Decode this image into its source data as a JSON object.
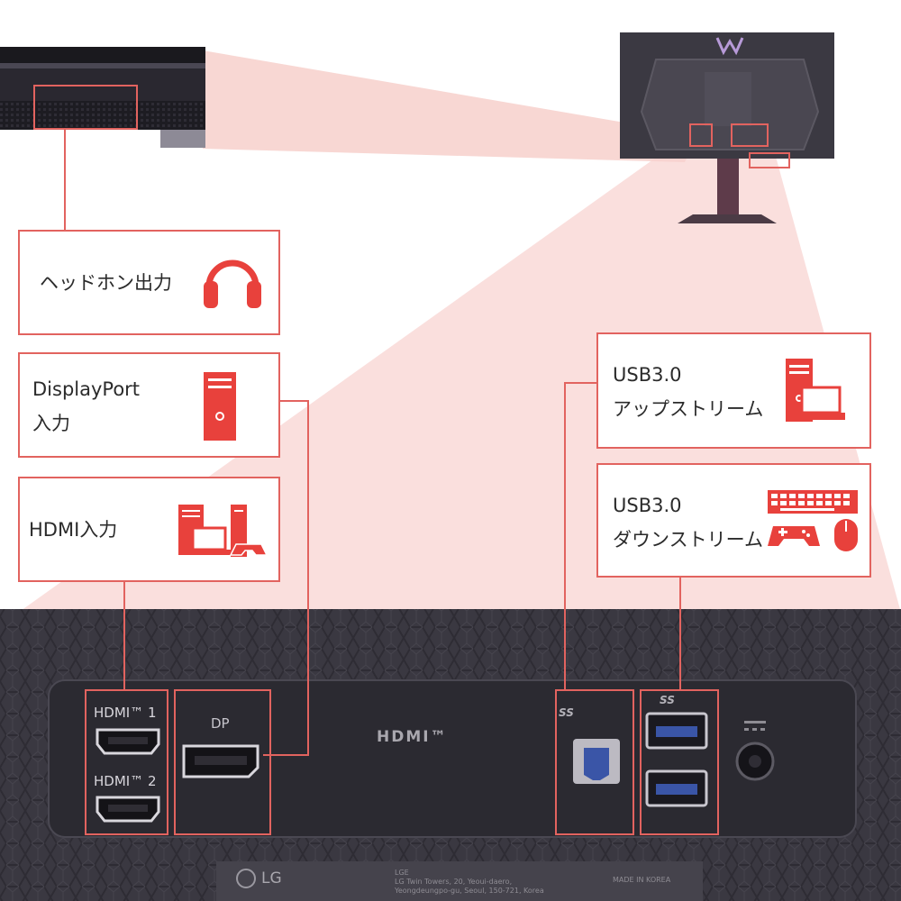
{
  "colors": {
    "accent": "#e2635f",
    "icon_red": "#e8413c",
    "highlight": "#f6c9c4",
    "panel_dark": "#38363f",
    "port_plate": "#2c2a32",
    "label_grey": "#8e8c93"
  },
  "callouts": {
    "headphone": {
      "label": "ヘッドホン出力",
      "icon": "headphones-icon"
    },
    "displayport": {
      "line1": "DisplayPort",
      "line2": "入力",
      "icon": "desktop-tower-icon"
    },
    "hdmi": {
      "label": "HDMI入力",
      "icon": "pc-laptop-console-icon"
    },
    "usb_upstream": {
      "line1": "USB3.0",
      "line2": "アップストリーム",
      "icon": "pc-laptop-icon"
    },
    "usb_downstream": {
      "line1": "USB3.0",
      "line2": "ダウンストリーム",
      "icon": "keyboard-gamepad-mouse-icon"
    }
  },
  "ports": {
    "hdmi1": "HDMI™ 1",
    "hdmi2": "HDMI™ 2",
    "dp": "DP",
    "hdmi_logo": "HDMI™",
    "usb_ss_up": "SS",
    "usb_ss_down": "SS",
    "dc_symbol": "DC power symbol"
  },
  "rear_label": {
    "brand": "LG",
    "company": "LGE",
    "address1": "LG Twin Towers, 20, Yeoui-daero,",
    "address2": "Yeongdeungpo-gu, Seoul, 150-721, Korea",
    "made_in": "MADE IN KOREA"
  }
}
